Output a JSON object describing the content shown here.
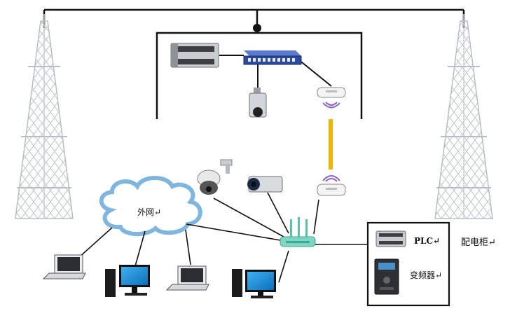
{
  "labels": {
    "cloud": "外网↵",
    "plc": "PLC↵",
    "inverter": "变频器↵",
    "cabinet": "配电柜↵"
  },
  "colors": {
    "tower": "#c7ccd1",
    "wire": "#111111",
    "switch": "#2b4a9c",
    "yellow_link": "#f0b400",
    "router": "#7fd6c4",
    "cloud": "#7eb6e0",
    "monitor": "#1e8fd8"
  },
  "icons": [
    "tower-icon",
    "plc-icon",
    "network-switch-icon",
    "camera-icon",
    "dome-camera-icon",
    "wireless-bridge-icon",
    "cloud-icon",
    "router-icon",
    "laptop-icon",
    "desktop-computer-icon",
    "inverter-icon"
  ]
}
